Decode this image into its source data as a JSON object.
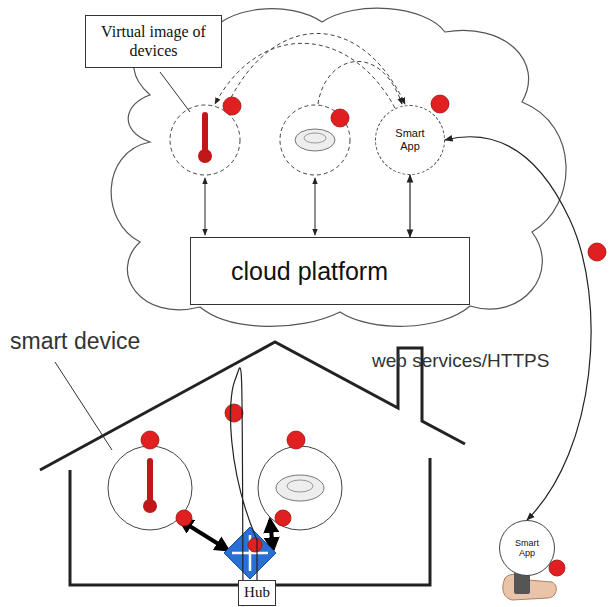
{
  "diagram": {
    "nodes": [
      {
        "text": [
          "Virtual image of devices"
        ]
      },
      {
        "text": [
          "Smart App"
        ]
      },
      {
        "text": [
          "cloud platform"
        ]
      },
      {
        "text": [
          "Smart App"
        ]
      },
      {
        "text": [
          "Hub"
        ]
      }
    ],
    "edges": [
      {
        "from": 2,
        "to": 1,
        "arrow": "both"
      },
      {
        "from": 4,
        "to": 2,
        "arrow": "to"
      },
      {
        "from": 3,
        "to": 1,
        "arrow": "both"
      }
    ],
    "labels": [
      "smart device",
      "web services/HTTPS"
    ]
  }
}
